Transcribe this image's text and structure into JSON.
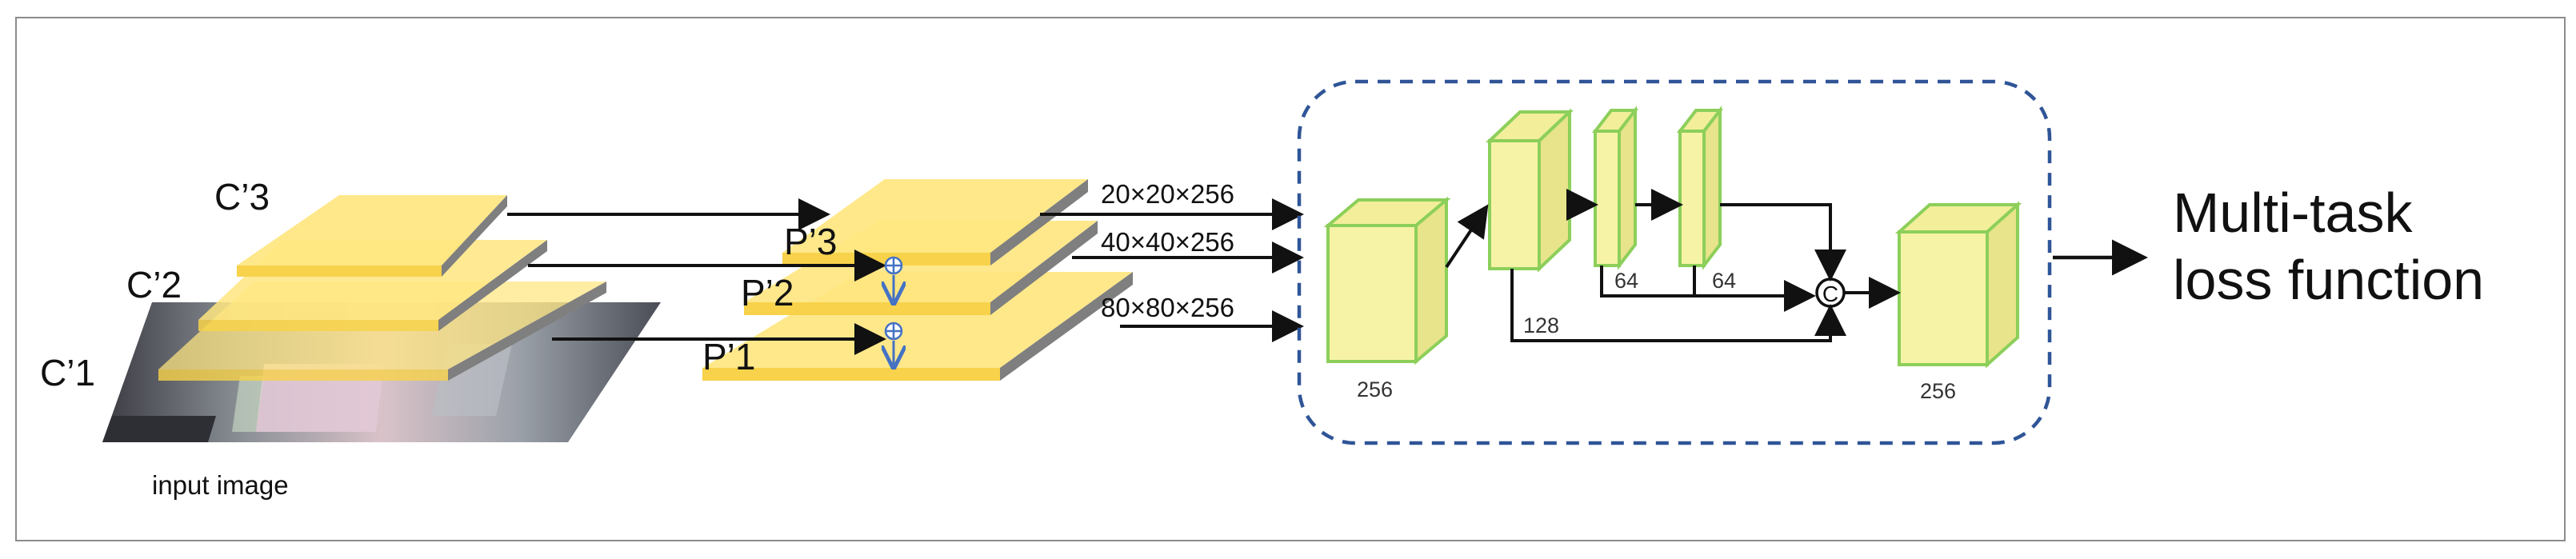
{
  "backbone": {
    "c3_label": "C’3",
    "c2_label": "C’2",
    "c1_label": "C’1",
    "input_caption": "input image"
  },
  "fpn": {
    "p3_label": "P’3",
    "p2_label": "P’2",
    "p1_label": "P’1",
    "size_p3": "20×20×256",
    "size_p2": "40×40×256",
    "size_p1": "80×80×256"
  },
  "module": {
    "input_channels": "256",
    "branch_channels": "128",
    "mid1_channels": "64",
    "mid2_channels": "64",
    "output_channels": "256",
    "concat_symbol": "C"
  },
  "output": {
    "line1": "Multi-task",
    "line2": "loss function"
  },
  "colors": {
    "plane_fill": "#FFE680",
    "plane_edge": "#7F7F7F",
    "cube_front": "#F6F3A6",
    "cube_side": "#E7E48B",
    "cube_stroke": "#8CCF5A",
    "dashed_border": "#2F5597",
    "add_symbol": "#4472C4"
  }
}
